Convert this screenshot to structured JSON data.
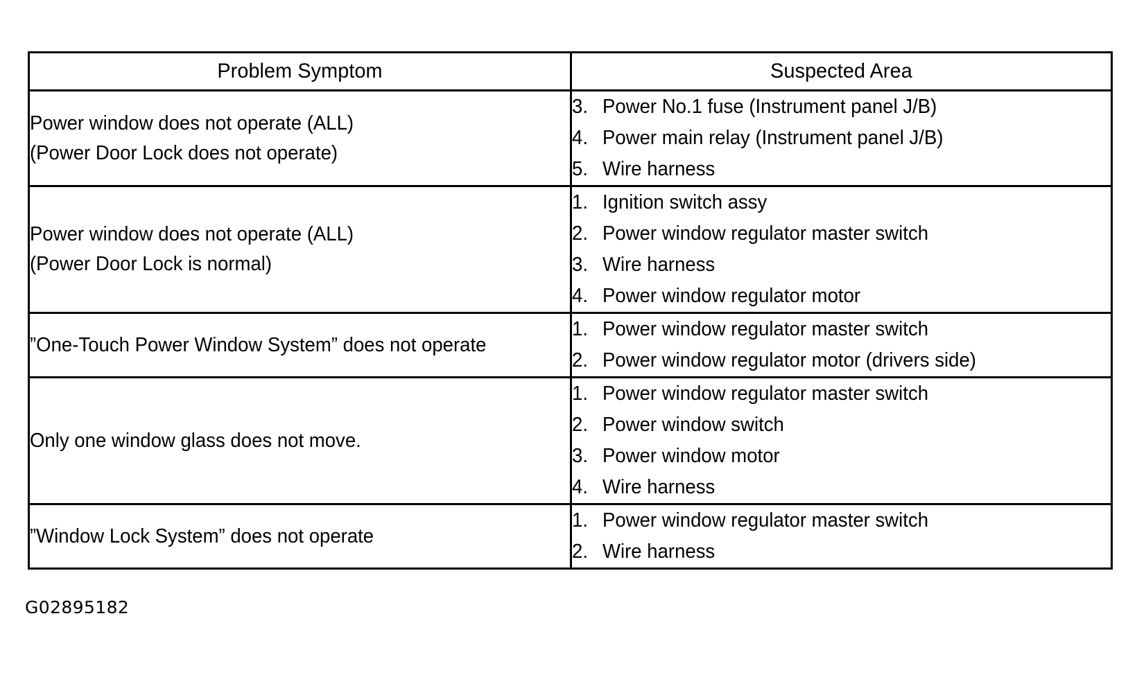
{
  "table": {
    "headers": {
      "symptom": "Problem Symptom",
      "suspected_area": "Suspected Area"
    },
    "rows": [
      {
        "symptom_lines": [
          "Power window does not operate (ALL)",
          "(Power Door Lock does not operate)"
        ],
        "suspected_area": [
          {
            "num": "3.",
            "text": "Power No.1 fuse (Instrument panel J/B)"
          },
          {
            "num": "4.",
            "text": "Power main relay (Instrument panel J/B)"
          },
          {
            "num": "5.",
            "text": "Wire harness"
          }
        ]
      },
      {
        "symptom_lines": [
          "Power window does not operate (ALL)",
          "(Power Door Lock is normal)"
        ],
        "suspected_area": [
          {
            "num": "1.",
            "text": "Ignition switch assy"
          },
          {
            "num": "2.",
            "text": "Power window regulator master switch"
          },
          {
            "num": "3.",
            "text": "Wire harness"
          },
          {
            "num": "4.",
            "text": "Power window regulator motor"
          }
        ]
      },
      {
        "symptom_lines": [
          "”One-Touch Power Window System” does not operate"
        ],
        "suspected_area": [
          {
            "num": "1.",
            "text": "Power window regulator master switch"
          },
          {
            "num": "2.",
            "text": "Power window regulator motor (drivers side)"
          }
        ]
      },
      {
        "symptom_lines": [
          "Only one window glass does not move."
        ],
        "suspected_area": [
          {
            "num": "1.",
            "text": "Power window regulator master switch"
          },
          {
            "num": "2.",
            "text": "Power window switch"
          },
          {
            "num": "3.",
            "text": "Power window motor"
          },
          {
            "num": "4.",
            "text": "Wire harness"
          }
        ]
      },
      {
        "symptom_lines": [
          "”Window Lock System” does not operate"
        ],
        "suspected_area": [
          {
            "num": "1.",
            "text": "Power window regulator master switch"
          },
          {
            "num": "2.",
            "text": "Wire harness"
          }
        ]
      }
    ]
  },
  "figure_id": "G02895182",
  "colors": {
    "background": "#ffffff",
    "text": "#000000",
    "border": "#000000"
  }
}
